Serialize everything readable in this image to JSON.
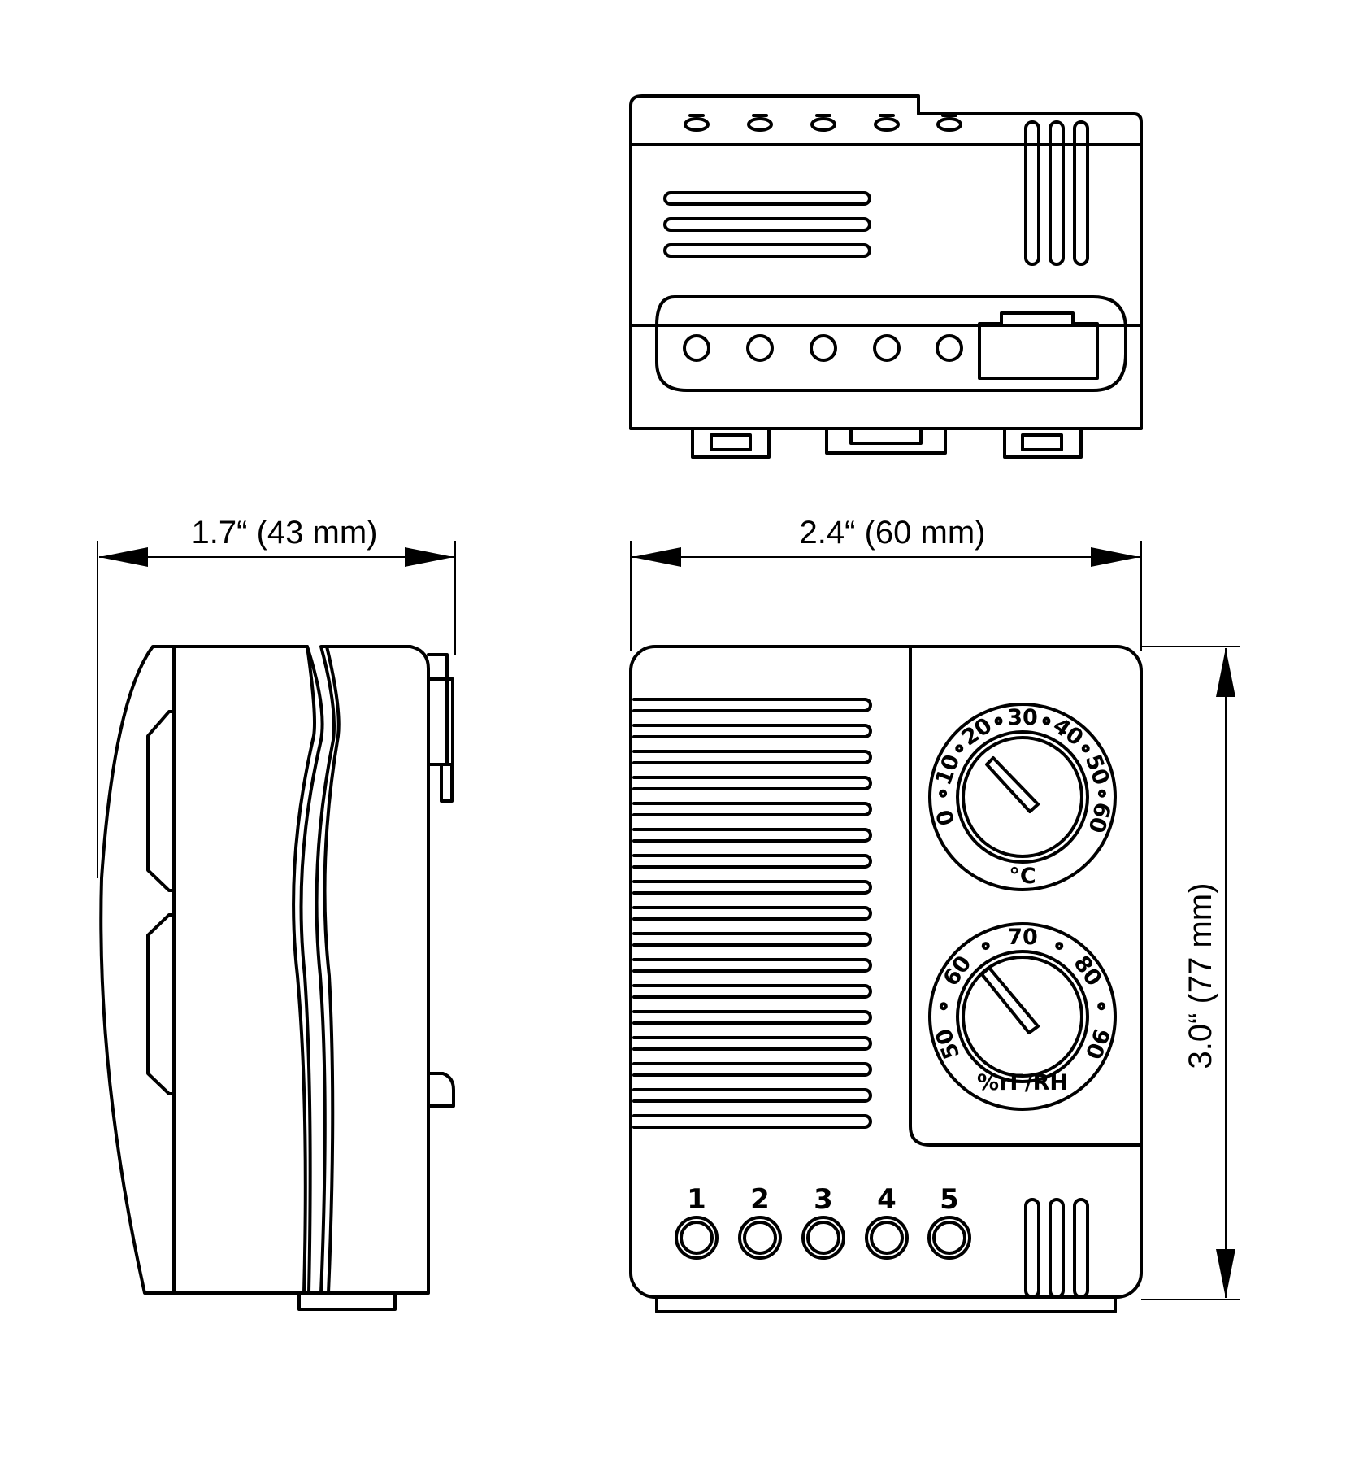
{
  "dimensions": {
    "depth": "1.7“ (43 mm)",
    "width": "2.4“ (60 mm)",
    "height": "3.0“ (77 mm)"
  },
  "terminals": [
    "1",
    "2",
    "3",
    "4",
    "5"
  ],
  "temperature_dial": {
    "ticks": [
      "0",
      "10",
      "20",
      "30",
      "40",
      "50",
      "60"
    ],
    "unit": "°C"
  },
  "humidity_dial": {
    "ticks": [
      "50",
      "60",
      "70",
      "80",
      "90"
    ],
    "unit": "%rF/RH"
  },
  "colors": {
    "line": "#000000",
    "background": "#ffffff"
  }
}
